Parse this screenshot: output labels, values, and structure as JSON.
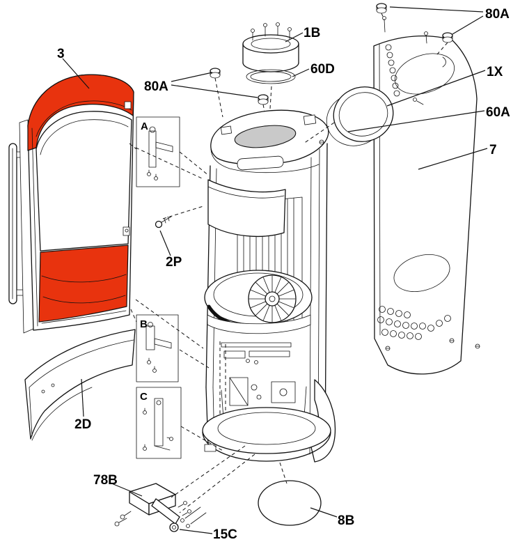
{
  "diagram": {
    "type": "exploded-parts-diagram",
    "background_color": "#ffffff",
    "line_color": "#111111",
    "highlight_color": "#e8330e",
    "shade_color": "#c9c9c9",
    "callouts": [
      {
        "id": "part-80a-top-right",
        "text": "80A"
      },
      {
        "id": "part-1b",
        "text": "1B"
      },
      {
        "id": "part-3",
        "text": "3"
      },
      {
        "id": "part-60d",
        "text": "60D"
      },
      {
        "id": "part-80a-left",
        "text": "80A"
      },
      {
        "id": "part-1x",
        "text": "1X"
      },
      {
        "id": "part-60a",
        "text": "60A"
      },
      {
        "id": "part-7",
        "text": "7"
      },
      {
        "id": "detail-box-a",
        "text": "A"
      },
      {
        "id": "part-2p",
        "text": "2P"
      },
      {
        "id": "detail-box-b",
        "text": "B"
      },
      {
        "id": "detail-box-c",
        "text": "C"
      },
      {
        "id": "part-2d",
        "text": "2D"
      },
      {
        "id": "part-78b",
        "text": "78B"
      },
      {
        "id": "part-15c",
        "text": "15C"
      },
      {
        "id": "part-8b",
        "text": "8B"
      }
    ]
  }
}
